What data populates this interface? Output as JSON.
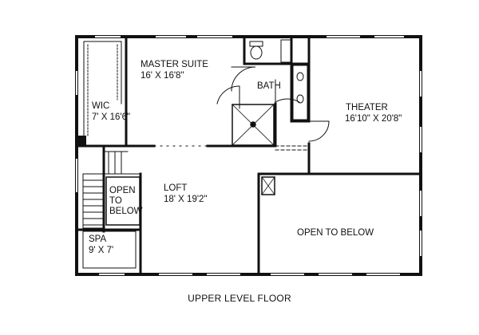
{
  "plan_title": "UPPER LEVEL FLOOR",
  "rooms": {
    "master_suite": {
      "name": "MASTER SUITE",
      "size": "16' X 16'8\""
    },
    "wic": {
      "name": "WIC",
      "size": "7' X 16'6\""
    },
    "bath": {
      "name": "BATH"
    },
    "theater": {
      "name": "THEATER",
      "size": "16'10\" X 20'8\""
    },
    "loft": {
      "name": "LOFT",
      "size": "18' X 19'2\""
    },
    "open_to_below_small": {
      "line1": "OPEN",
      "line2": "TO",
      "line3": "BELOW"
    },
    "spa": {
      "name": "SPA",
      "size": "9' X 7'"
    },
    "open_to_below_large": {
      "name": "OPEN TO BELOW"
    }
  },
  "colors": {
    "wall": "#111111",
    "background": "#ffffff"
  }
}
